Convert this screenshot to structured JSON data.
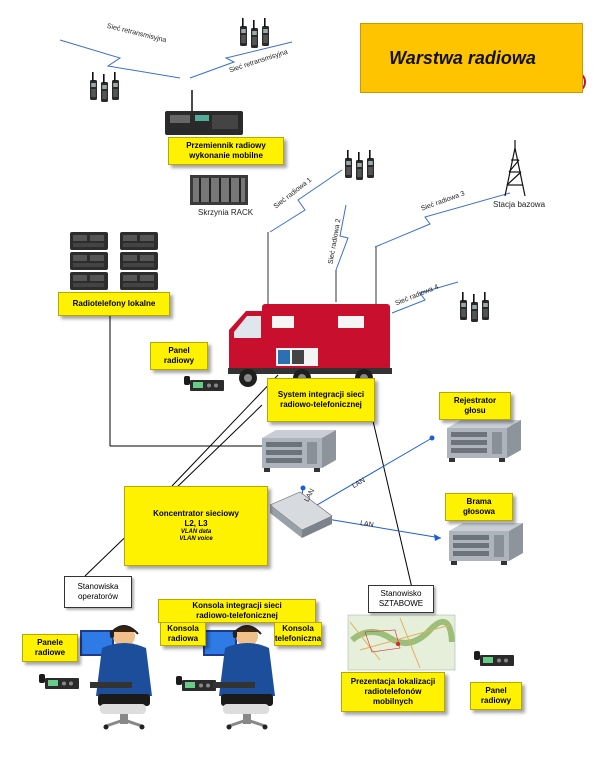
{
  "title": "Warstwa radiowa",
  "colors": {
    "title_bg": "#ffc400",
    "label_bg": "#fff200",
    "truck": "#c8102e",
    "link": "#1a5fd8"
  },
  "links": {
    "retrans_1": "Sieć retransmisyjna",
    "retrans_2": "Sieć retransmisyjna",
    "radio_1": "Sieć radiowa 1",
    "radio_2": "Sieć radiowa 2",
    "radio_3": "Sieć radiowa 3",
    "radio_4": "Sieć radiowa 4",
    "lan_1": "LAN",
    "lan_2": "LAN",
    "lan_3": "LAN"
  },
  "nodes": {
    "repeater": {
      "line1": "Przemiennik radiowy",
      "line2": "wykonanie mobilne"
    },
    "rack": "Skrzynia RACK",
    "base_station": "Stacja bazowa",
    "local_radios": "Radiotelefony lokalne",
    "truck_panel": {
      "line1": "Panel",
      "line2": "radiowy"
    },
    "integration": {
      "line1": "System integracji sieci",
      "line2": "radiowo-telefonicznej"
    },
    "recorder": {
      "line1": "Rejestrator",
      "line2": "głosu"
    },
    "gateway": {
      "line1": "Brama",
      "line2": "głosowa"
    },
    "concentrator": {
      "line1": "Koncentrator sieciowy",
      "line2": "L2, L3",
      "line3": "VLAN data",
      "line4": "VLAN voice"
    },
    "operators": {
      "line1": "Stanowiska",
      "line2": "operatorów"
    },
    "console": {
      "line1": "Konsola integracji sieci",
      "line2": "radiowo-telefonicznej"
    },
    "console_radio": {
      "line1": "Konsola",
      "line2": "radiowa"
    },
    "console_phone": {
      "line1": "Konsola",
      "line2": "telefoniczna"
    },
    "panels": {
      "line1": "Panele",
      "line2": "radiowe"
    },
    "hq": {
      "line1": "Stanowisko",
      "line2": "SZTABOWE"
    },
    "location": {
      "line1": "Prezentacja lokalizacji",
      "line2": "radiotelefonów",
      "line3": "mobilnych"
    },
    "hq_panel": {
      "line1": "Panel",
      "line2": "radiowy"
    }
  },
  "icons": [
    "handheld-radio-icon",
    "repeater-icon",
    "rack-icon",
    "tower-icon",
    "mobile-radio-icon",
    "truck-icon",
    "server-icon",
    "switch-icon",
    "operator-icon",
    "map-icon",
    "fire-brigade-logo"
  ]
}
